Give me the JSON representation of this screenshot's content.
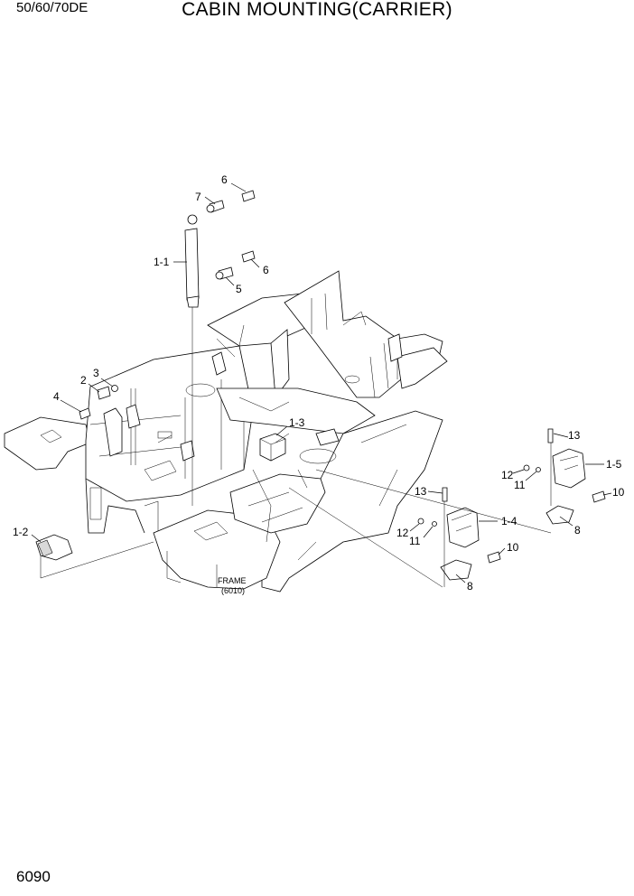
{
  "header": {
    "model": "50/60/70DE",
    "title": "CABIN MOUNTING(CARRIER)"
  },
  "footer": {
    "page_number": "6090"
  },
  "diagram": {
    "callouts": {
      "c6a": "6",
      "c7": "7",
      "c1_1": "1-1",
      "c6b": "6",
      "c5": "5",
      "c3": "3",
      "c2": "2",
      "c4": "4",
      "c1_3": "1-3",
      "c13a": "13",
      "c1_5": "1-5",
      "c12a": "12",
      "c11a": "11",
      "c10a": "10",
      "c8a": "8",
      "c13b": "13",
      "c1_4": "1-4",
      "c12b": "12",
      "c11b": "11",
      "c10b": "10",
      "c8b": "8",
      "c1_2": "1-2"
    },
    "frame_label": "FRAME",
    "frame_ref": "(6010)"
  }
}
